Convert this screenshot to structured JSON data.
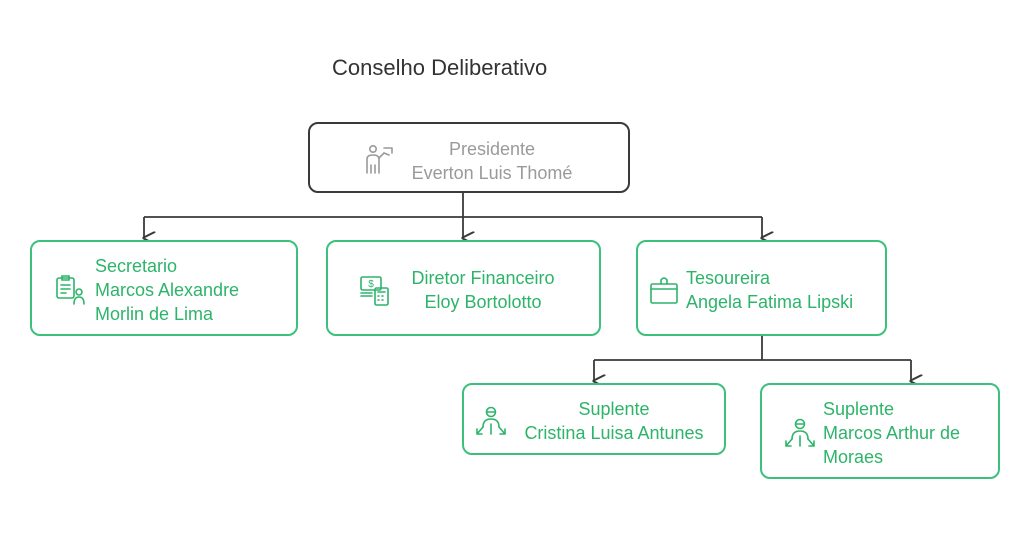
{
  "title": "Conselho Deliberativo",
  "colors": {
    "accent": "#3CC17C",
    "text_green": "#2DB46A",
    "root_border": "#3a3a3a",
    "root_text": "#9a9a9a"
  },
  "nodes": {
    "presidente": {
      "role": "Presidente",
      "name": "Everton Luis Thomé",
      "icon": "presenter-icon"
    },
    "secretario": {
      "role": "Secretario",
      "name_line1": "Marcos Alexandre",
      "name_line2": "Morlin de Lima",
      "icon": "clipboard-person-icon"
    },
    "diretor_financeiro": {
      "role": "Diretor Financeiro",
      "name": "Eloy Bortolotto",
      "icon": "money-calculator-icon"
    },
    "tesoureira": {
      "role": "Tesoureira",
      "name": "Angela Fatima Lipski",
      "icon": "treasure-chest-icon"
    },
    "suplente_1": {
      "role": "Suplente",
      "name": "Cristina Luisa Antunes",
      "icon": "person-arrows-icon"
    },
    "suplente_2": {
      "role": "Suplente",
      "name_line1": "Marcos Arthur de",
      "name_line2": "Moraes",
      "icon": "person-arrows-icon"
    }
  }
}
